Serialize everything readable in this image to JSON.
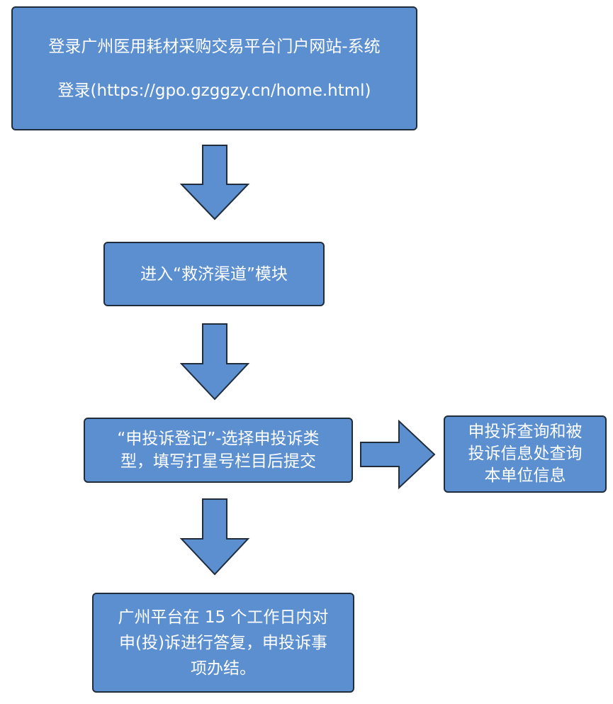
{
  "steps": {
    "login": {
      "line1": "登录广州医用耗材采购交易平台门户网站-系统",
      "line2": "登录(https://gpo.gzggzy.cn/home.html)"
    },
    "enter_module": {
      "line1": "进入“救济渠道”模块"
    },
    "register": {
      "line1": "“申投诉登记”-选择申投诉类",
      "line2": "型，填写打星号栏目后提交"
    },
    "query": {
      "line1": "申投诉查询和被",
      "line2": "投诉信息处查询",
      "line3": "本单位信息"
    },
    "result": {
      "line1": "广州平台在 15 个工作日内对",
      "line2": "申(投)诉进行答复，申投诉事",
      "line3": "项办结。"
    }
  },
  "colors": {
    "box_fill": "#5b8fd0",
    "box_border": "#1f2d3d",
    "text": "#ffffff"
  }
}
